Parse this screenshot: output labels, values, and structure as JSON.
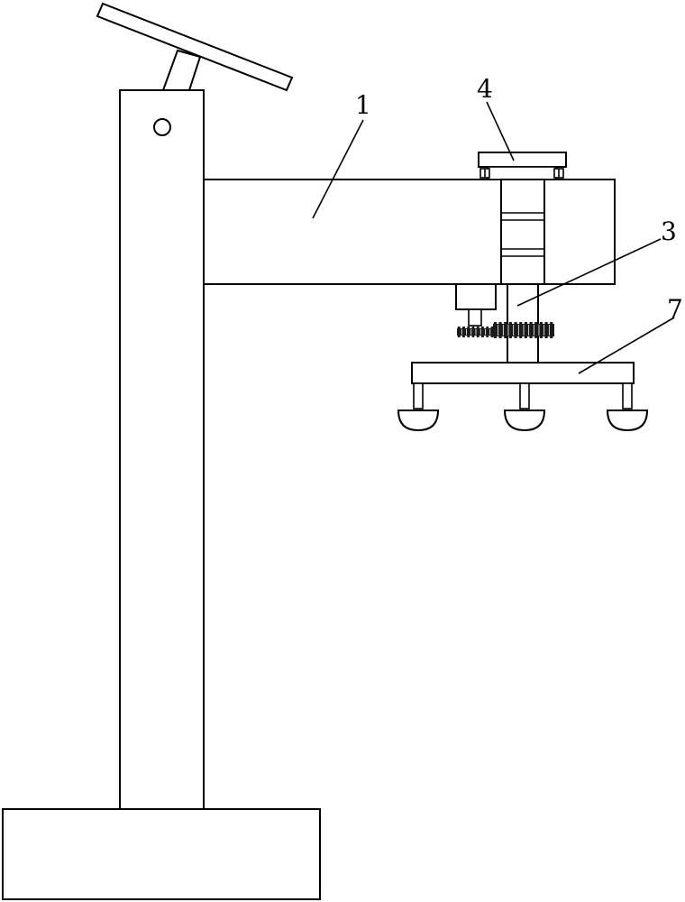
{
  "figure": {
    "line_color": "#000000",
    "background": "#ffffff",
    "gear_color": "#1a1a1a"
  },
  "callouts": [
    {
      "label": "1"
    },
    {
      "label": "4"
    },
    {
      "label": "3"
    },
    {
      "label": "7"
    }
  ]
}
